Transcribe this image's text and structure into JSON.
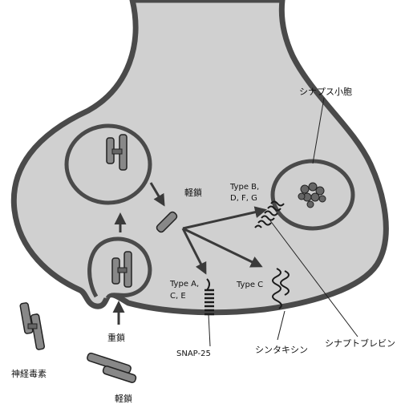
{
  "labels": {
    "synaptic_vesicle": "シナプス小胞",
    "light_chain_mid": "軽鎖",
    "type_bdfg_line1": "Type B,",
    "type_bdfg_line2": "D, F, G",
    "type_ae_line1": "Type A,",
    "type_ae_line2": "C, E",
    "type_c": "Type C",
    "heavy_chain": "重鎖",
    "snap25": "SNAP-25",
    "syntaxin": "シンタキシン",
    "synaptobrevin": "シナプトブレビン",
    "neurotoxin": "神経毒素",
    "light_chain_bottom": "軽鎖"
  }
}
